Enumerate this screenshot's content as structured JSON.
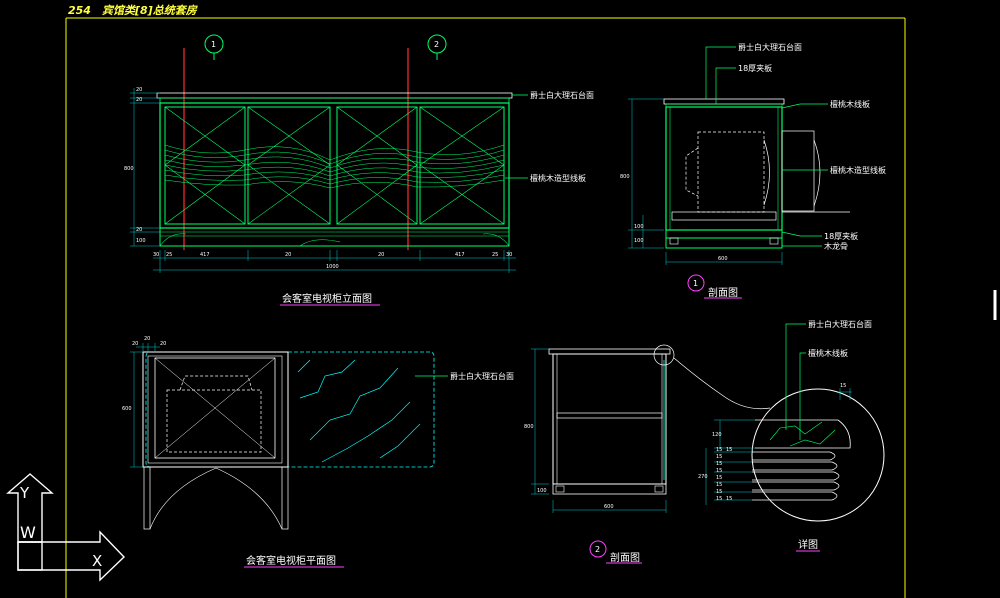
{
  "header": {
    "page_number": "254",
    "title": "宾馆类[8]总统套房"
  },
  "colors": {
    "background": "#000000",
    "frame": "#ffff00",
    "cabinet": "#00ff66",
    "detail": "#00ffcc",
    "section_line": "#ff3030",
    "dimension": "#00cccc",
    "leader": "#00ff66",
    "caption_underline": "#ff40ff",
    "marble": "#00ffff",
    "ucs_icon": "#ffffff"
  },
  "views": {
    "elevation": {
      "caption": "会客室电视柜立面图",
      "section_marks": [
        "1",
        "2"
      ],
      "labels": [
        "爵士白大理石台面",
        "檀桃木造型线板"
      ],
      "dims_vertical": [
        "20",
        "20",
        "800",
        "20",
        "100"
      ],
      "dims_horizontal": [
        "30",
        "25",
        "417",
        "20",
        "20",
        "417",
        "25",
        "30"
      ],
      "total_width": "1000"
    },
    "section1": {
      "caption": "剖面图",
      "mark": "1",
      "labels": [
        "爵士白大理石台面",
        "18厚夹板",
        "檀桃木线板",
        "檀桃木造型线板",
        "18厚夹板",
        "木龙骨"
      ],
      "dims_vertical": [
        "800",
        "100",
        "100"
      ],
      "dim_width": "600"
    },
    "plan": {
      "caption": "会客室电视柜平面图",
      "labels": [
        "爵士白大理石台面"
      ],
      "dims_top": [
        "20",
        "20",
        "20"
      ],
      "dim_depth": "600"
    },
    "section2": {
      "caption": "剖面图",
      "mark": "2",
      "dims_vertical": [
        "800",
        "100"
      ],
      "dim_width": "600"
    },
    "detail": {
      "caption": "详图",
      "labels": [
        "爵士白大理石台面",
        "檀桃木线板"
      ],
      "dims": [
        "15",
        "120",
        "270",
        "15",
        "15",
        "15",
        "15",
        "15",
        "15",
        "15",
        "15",
        "15",
        "15"
      ]
    }
  },
  "ucs": {
    "x_label": "X",
    "y_label": "Y",
    "w_label": "W"
  }
}
